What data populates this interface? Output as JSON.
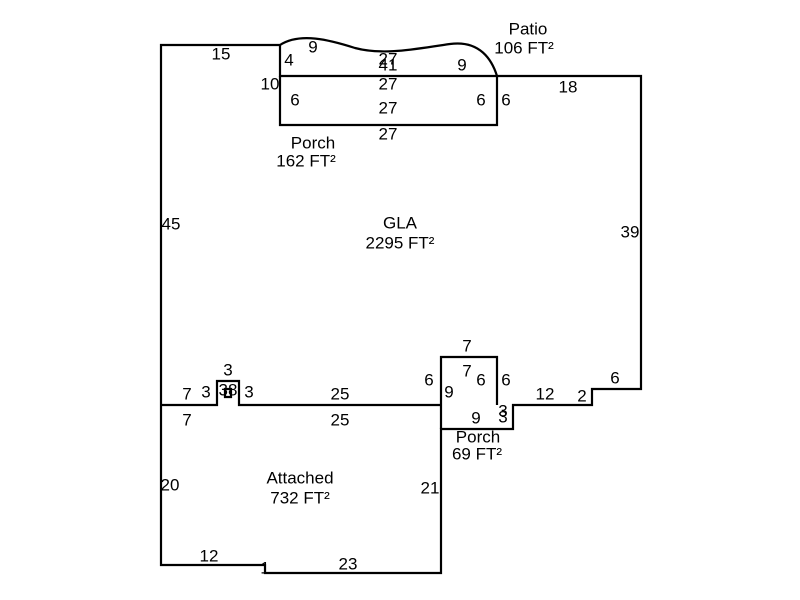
{
  "rooms": [
    {
      "id": "gla",
      "name": "GLA",
      "area": "2295 FT²"
    },
    {
      "id": "attached",
      "name": "Attached",
      "area": "732 FT²"
    },
    {
      "id": "porch-top",
      "name": "Porch",
      "area": "162 FT²"
    },
    {
      "id": "patio",
      "name": "Patio",
      "area": "106 FT²"
    },
    {
      "id": "porch-small",
      "name": "Porch",
      "area": "69 FT²"
    }
  ],
  "dimensions": [
    "15",
    "4",
    "9",
    "27",
    "41",
    "27",
    "9",
    "10",
    "6",
    "27",
    "6",
    "6",
    "18",
    "27",
    "45",
    "39",
    "7",
    "7",
    "6",
    "6",
    "6",
    "3",
    "38",
    "3",
    "7",
    "3",
    "25",
    "9",
    "12",
    "2",
    "6",
    "7",
    "25",
    "9",
    "3",
    "3",
    "20",
    "21",
    "12",
    "1",
    "23"
  ]
}
